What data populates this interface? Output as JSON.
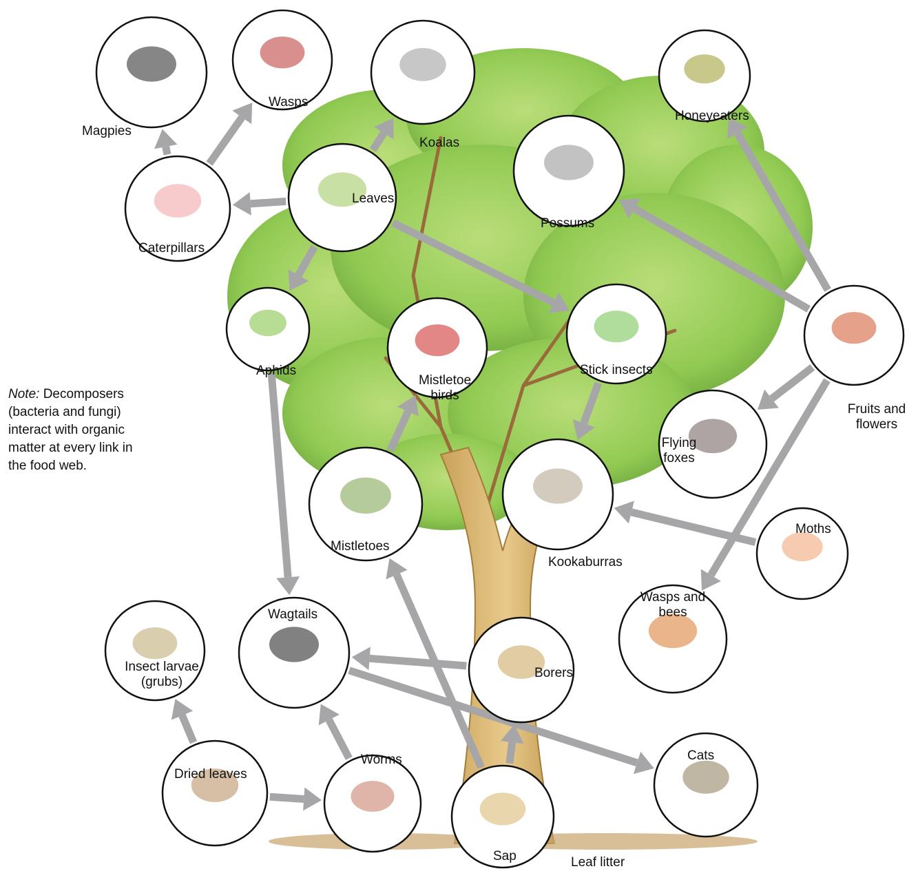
{
  "note": {
    "prefix": "Note:",
    "text": "Decomposers (bacteria and fungi) interact with organic matter at every link in the food web."
  },
  "nodes": {
    "magpies": "Magpies",
    "wasps": "Wasps",
    "koalas": "Koalas",
    "honeyeaters": "Honeyeaters",
    "caterpillars": "Caterpillars",
    "leaves": "Leaves",
    "possums": "Possums",
    "aphids": "Aphids",
    "mistletoe_birds": "Mistletoe birds",
    "stick_insects": "Stick insects",
    "fruits_flowers": "Fruits and flowers",
    "flying_foxes": "Flying foxes",
    "kookaburras": "Kookaburras",
    "mistletoes": "Mistletoes",
    "moths": "Moths",
    "wasps_bees": "Wasps and bees",
    "insect_larvae": "Insect larvae (grubs)",
    "wagtails": "Wagtails",
    "borers": "Borers",
    "cats": "Cats",
    "dried_leaves": "Dried leaves",
    "worms": "Worms",
    "sap": "Sap",
    "leaf_litter": "Leaf litter"
  },
  "links": [
    [
      "caterpillars",
      "magpies"
    ],
    [
      "caterpillars",
      "wasps"
    ],
    [
      "leaves",
      "koalas"
    ],
    [
      "leaves",
      "caterpillars"
    ],
    [
      "leaves",
      "aphids"
    ],
    [
      "leaves",
      "stick_insects"
    ],
    [
      "fruits_flowers",
      "honeyeaters"
    ],
    [
      "fruits_flowers",
      "possums"
    ],
    [
      "fruits_flowers",
      "flying_foxes"
    ],
    [
      "fruits_flowers",
      "wasps_bees"
    ],
    [
      "stick_insects",
      "kookaburras"
    ],
    [
      "mistletoes",
      "mistletoe_birds"
    ],
    [
      "moths",
      "kookaburras"
    ],
    [
      "aphids",
      "wagtails"
    ],
    [
      "borers",
      "wagtails"
    ],
    [
      "wagtails",
      "cats"
    ],
    [
      "dried_leaves",
      "insect_larvae"
    ],
    [
      "dried_leaves",
      "worms"
    ],
    [
      "worms",
      "wagtails"
    ],
    [
      "sap",
      "mistletoes"
    ],
    [
      "sap",
      "borers"
    ]
  ],
  "colors": {
    "arrow": "#a6a6a8",
    "foliage": "#7fbf3a",
    "foliage_dark": "#5e9e2c",
    "trunk": "#d9b46a",
    "trunk_dark": "#b98f44",
    "ground": "#c9a46b",
    "circle_stroke": "#111111"
  }
}
